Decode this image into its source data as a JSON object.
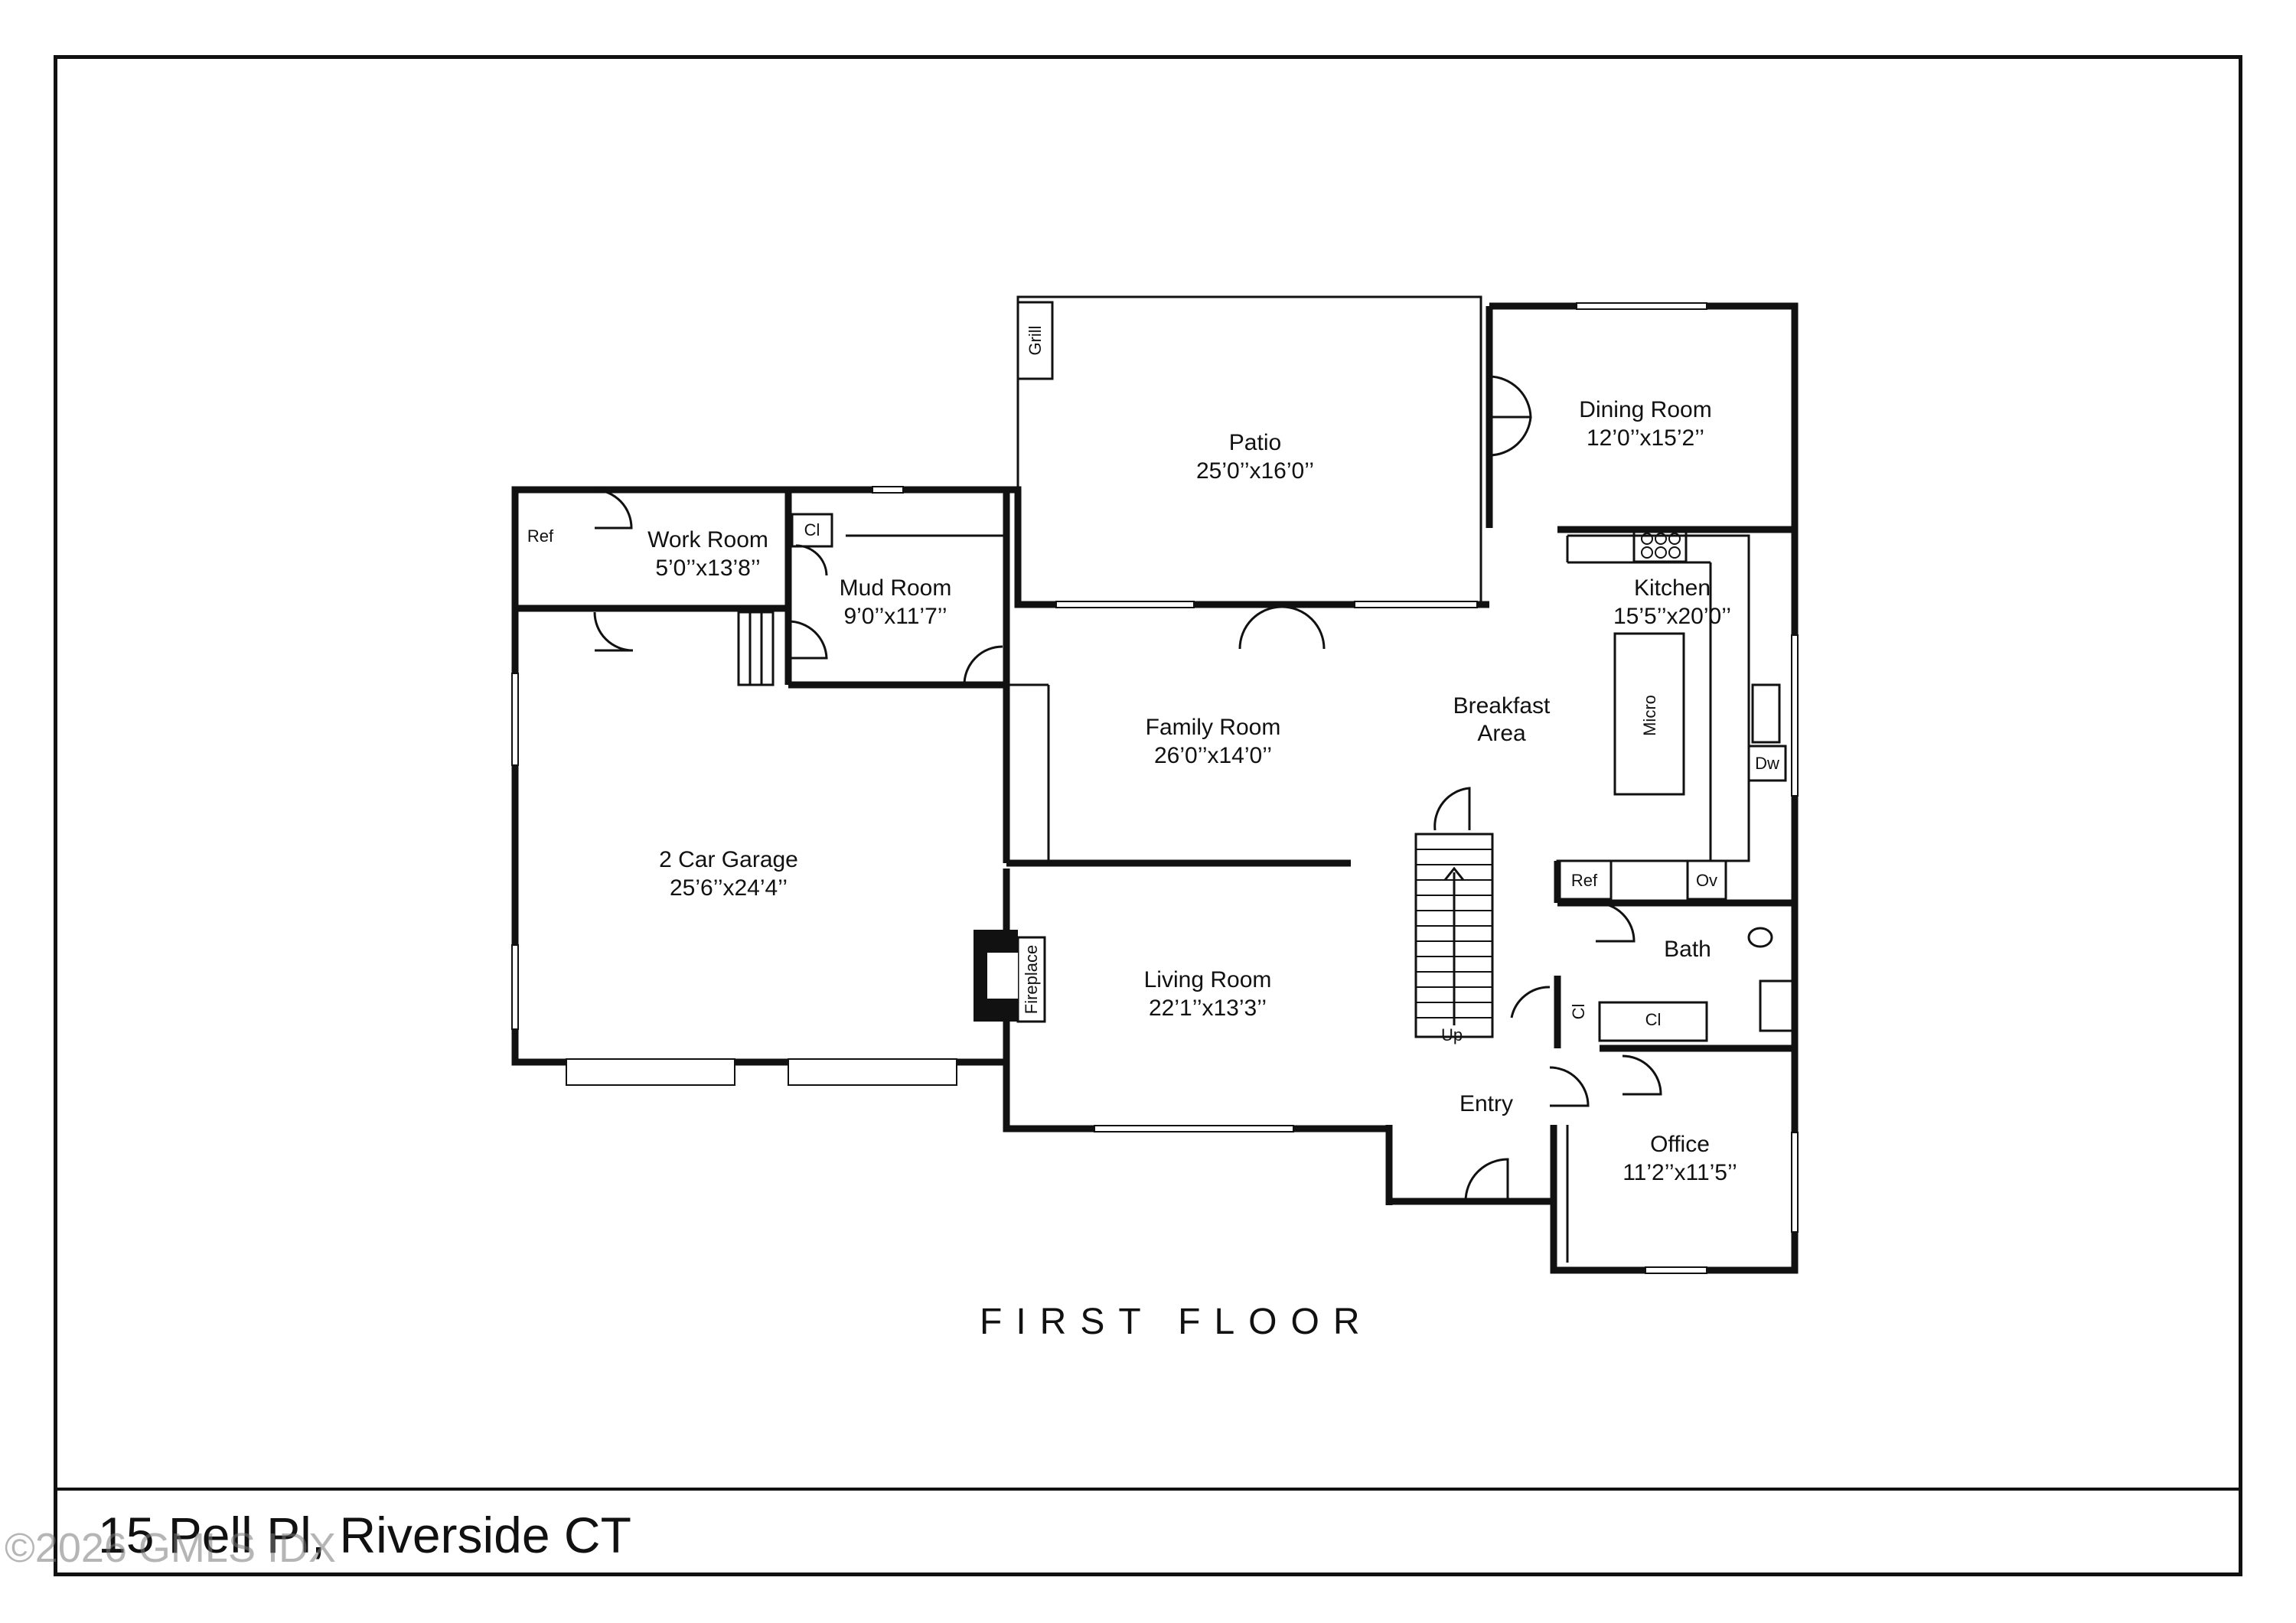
{
  "title": "FIRST FLOOR",
  "address": "15 Pell Pl, Riverside CT",
  "watermark": "©2026 GMLS IDX",
  "rooms": [
    {
      "name": "Patio",
      "dims": "25’0’’x16’0’’"
    },
    {
      "name": "Dining Room",
      "dims": "12’0’’x15’2’’"
    },
    {
      "name": "Work Room",
      "dims": "5’0’’x13’8’’"
    },
    {
      "name": "Mud Room",
      "dims": "9’0’’x11’7’’"
    },
    {
      "name": "Kitchen",
      "dims": "15’5’’x20’0’’"
    },
    {
      "name": "Family Room",
      "dims": "26’0’’x14’0’’"
    },
    {
      "name": "2 Car Garage",
      "dims": "25’6’’x24’4’’"
    },
    {
      "name": "Living Room",
      "dims": "22’1’’x13’3’’"
    },
    {
      "name": "Office",
      "dims": "11’2’’x11’5’’"
    }
  ],
  "labels": {
    "breakfast_1": "Breakfast",
    "breakfast_2": "Area",
    "bath": "Bath",
    "entry": "Entry",
    "up": "Up",
    "grill": "Grill",
    "fireplace": "Fireplace",
    "micro": "Micro",
    "dw": "Dw",
    "ov": "Ov",
    "ref_kitchen": "Ref",
    "ref_work": "Ref",
    "cl_mud": "Cl",
    "cl_bath": "Cl",
    "cl_entry": "Cl"
  }
}
